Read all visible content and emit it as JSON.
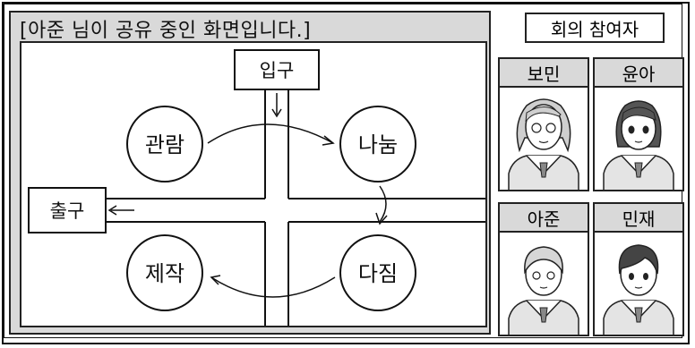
{
  "share": {
    "title": "[아준 님이 공유 중인 화면입니다.]"
  },
  "diagram": {
    "entrance": "입구",
    "exit": "출구",
    "zones": {
      "viewing": "관람",
      "sharing": "나눔",
      "resolution": "다짐",
      "making": "제작"
    }
  },
  "participants_panel": {
    "title": "회의 참여자",
    "participants": [
      {
        "name": "보민"
      },
      {
        "name": "윤아"
      },
      {
        "name": "아준"
      },
      {
        "name": "민재"
      }
    ]
  }
}
